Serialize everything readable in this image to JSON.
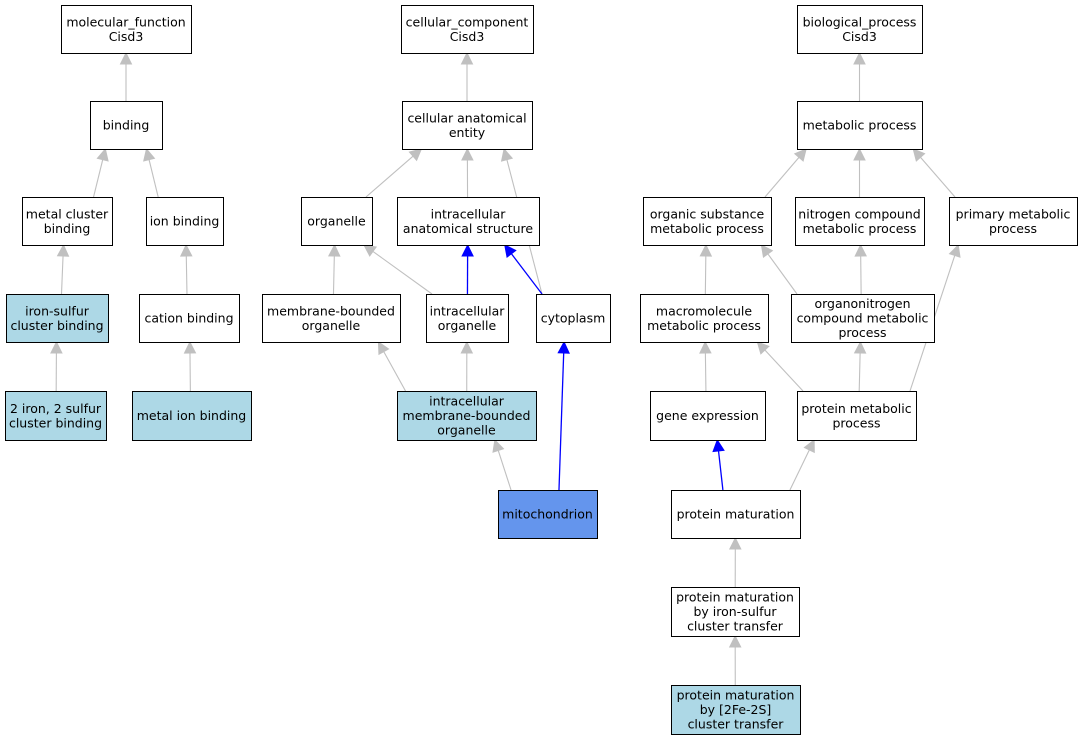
{
  "colors": {
    "default_fill": "#ffffff",
    "annotated_fill": "#add8e6",
    "focus_fill": "#6495ed",
    "edge_gray": "#c0c0c0",
    "edge_blue": "#0000ff",
    "border": "#000000"
  },
  "nodes": [
    {
      "id": "mf_root",
      "lines": [
        "molecular_function",
        "Cisd3"
      ],
      "style": "default"
    },
    {
      "id": "binding",
      "lines": [
        "binding"
      ],
      "style": "default"
    },
    {
      "id": "metal_cluster",
      "lines": [
        "metal cluster",
        "binding"
      ],
      "style": "default"
    },
    {
      "id": "ion_binding",
      "lines": [
        "ion binding"
      ],
      "style": "default"
    },
    {
      "id": "iron_sulfur",
      "lines": [
        "iron-sulfur",
        "cluster binding"
      ],
      "style": "annotated"
    },
    {
      "id": "cation_binding",
      "lines": [
        "cation binding"
      ],
      "style": "default"
    },
    {
      "id": "two_iron",
      "lines": [
        "2 iron, 2 sulfur",
        "cluster binding"
      ],
      "style": "annotated"
    },
    {
      "id": "metal_ion",
      "lines": [
        "metal ion binding"
      ],
      "style": "annotated"
    },
    {
      "id": "cc_root",
      "lines": [
        "cellular_component",
        "Cisd3"
      ],
      "style": "default"
    },
    {
      "id": "cae",
      "lines": [
        "cellular anatomical",
        "entity"
      ],
      "style": "default"
    },
    {
      "id": "organelle",
      "lines": [
        "organelle"
      ],
      "style": "default"
    },
    {
      "id": "ias",
      "lines": [
        "intracellular",
        "anatomical structure"
      ],
      "style": "default"
    },
    {
      "id": "mbo",
      "lines": [
        "membrane-bounded",
        "organelle"
      ],
      "style": "default"
    },
    {
      "id": "io",
      "lines": [
        "intracellular",
        "organelle"
      ],
      "style": "default"
    },
    {
      "id": "cytoplasm",
      "lines": [
        "cytoplasm"
      ],
      "style": "default"
    },
    {
      "id": "imbo",
      "lines": [
        "intracellular",
        "membrane-bounded",
        "organelle"
      ],
      "style": "annotated"
    },
    {
      "id": "mito",
      "lines": [
        "mitochondrion"
      ],
      "style": "focus"
    },
    {
      "id": "bp_root",
      "lines": [
        "biological_process",
        "Cisd3"
      ],
      "style": "default"
    },
    {
      "id": "metabolic",
      "lines": [
        "metabolic process"
      ],
      "style": "default"
    },
    {
      "id": "osmp",
      "lines": [
        "organic substance",
        "metabolic process"
      ],
      "style": "default"
    },
    {
      "id": "ncmp",
      "lines": [
        "nitrogen compound",
        "metabolic process"
      ],
      "style": "default"
    },
    {
      "id": "pmp",
      "lines": [
        "primary metabolic",
        "process"
      ],
      "style": "default"
    },
    {
      "id": "mmp",
      "lines": [
        "macromolecule",
        "metabolic process"
      ],
      "style": "default"
    },
    {
      "id": "oncmp",
      "lines": [
        "organonitrogen",
        "compound metabolic",
        "process"
      ],
      "style": "default"
    },
    {
      "id": "gene_expr",
      "lines": [
        "gene expression"
      ],
      "style": "default"
    },
    {
      "id": "prot_met",
      "lines": [
        "protein metabolic",
        "process"
      ],
      "style": "default"
    },
    {
      "id": "prot_mat",
      "lines": [
        "protein maturation"
      ],
      "style": "default"
    },
    {
      "id": "pm_fes",
      "lines": [
        "protein maturation",
        "by iron-sulfur",
        "cluster transfer"
      ],
      "style": "default"
    },
    {
      "id": "pm_2fe",
      "lines": [
        "protein maturation",
        "by [2Fe-2S]",
        "cluster transfer"
      ],
      "style": "annotated"
    }
  ],
  "edges": [
    {
      "from": "binding",
      "to": "mf_root",
      "color": "gray"
    },
    {
      "from": "metal_cluster",
      "to": "binding",
      "color": "gray"
    },
    {
      "from": "ion_binding",
      "to": "binding",
      "color": "gray"
    },
    {
      "from": "iron_sulfur",
      "to": "metal_cluster",
      "color": "gray"
    },
    {
      "from": "cation_binding",
      "to": "ion_binding",
      "color": "gray"
    },
    {
      "from": "two_iron",
      "to": "iron_sulfur",
      "color": "gray"
    },
    {
      "from": "metal_ion",
      "to": "cation_binding",
      "color": "gray"
    },
    {
      "from": "cae",
      "to": "cc_root",
      "color": "gray"
    },
    {
      "from": "organelle",
      "to": "cae",
      "color": "gray"
    },
    {
      "from": "ias",
      "to": "cae",
      "color": "gray"
    },
    {
      "from": "cytoplasm",
      "to": "cae",
      "color": "gray"
    },
    {
      "from": "mbo",
      "to": "organelle",
      "color": "gray"
    },
    {
      "from": "io",
      "to": "organelle",
      "color": "gray"
    },
    {
      "from": "io",
      "to": "ias",
      "color": "blue"
    },
    {
      "from": "cytoplasm",
      "to": "ias",
      "color": "blue"
    },
    {
      "from": "imbo",
      "to": "mbo",
      "color": "gray"
    },
    {
      "from": "imbo",
      "to": "io",
      "color": "gray"
    },
    {
      "from": "mito",
      "to": "imbo",
      "color": "gray"
    },
    {
      "from": "mito",
      "to": "cytoplasm",
      "color": "blue"
    },
    {
      "from": "metabolic",
      "to": "bp_root",
      "color": "gray"
    },
    {
      "from": "osmp",
      "to": "metabolic",
      "color": "gray"
    },
    {
      "from": "ncmp",
      "to": "metabolic",
      "color": "gray"
    },
    {
      "from": "pmp",
      "to": "metabolic",
      "color": "gray"
    },
    {
      "from": "mmp",
      "to": "osmp",
      "color": "gray"
    },
    {
      "from": "oncmp",
      "to": "osmp",
      "color": "gray"
    },
    {
      "from": "oncmp",
      "to": "ncmp",
      "color": "gray"
    },
    {
      "from": "gene_expr",
      "to": "mmp",
      "color": "gray"
    },
    {
      "from": "prot_met",
      "to": "mmp",
      "color": "gray"
    },
    {
      "from": "prot_met",
      "to": "oncmp",
      "color": "gray"
    },
    {
      "from": "prot_met",
      "to": "pmp",
      "color": "gray"
    },
    {
      "from": "prot_mat",
      "to": "gene_expr",
      "color": "blue"
    },
    {
      "from": "prot_mat",
      "to": "prot_met",
      "color": "gray"
    },
    {
      "from": "pm_fes",
      "to": "prot_mat",
      "color": "gray"
    },
    {
      "from": "pm_2fe",
      "to": "pm_fes",
      "color": "gray"
    }
  ]
}
